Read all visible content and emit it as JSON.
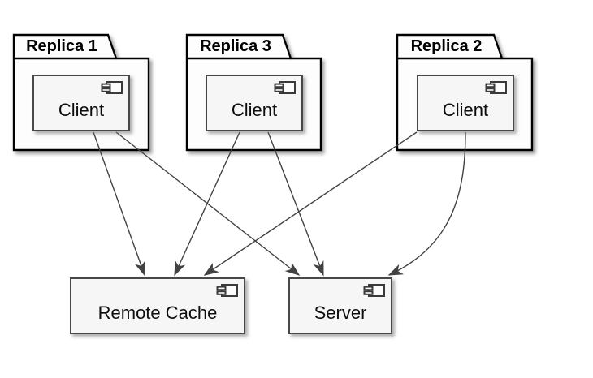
{
  "diagram": {
    "type": "uml-component-diagram",
    "packages": [
      {
        "id": "replica-1",
        "title": "Replica 1",
        "components": [
          {
            "label": "Client"
          }
        ]
      },
      {
        "id": "replica-3",
        "title": "Replica 3",
        "components": [
          {
            "label": "Client"
          }
        ]
      },
      {
        "id": "replica-2",
        "title": "Replica 2",
        "components": [
          {
            "label": "Client"
          }
        ]
      }
    ],
    "nodes": [
      {
        "id": "remote-cache",
        "label": "Remote Cache"
      },
      {
        "id": "server",
        "label": "Server"
      }
    ],
    "edges": [
      {
        "from": "Replica 1 / Client",
        "to": "Remote Cache",
        "style": "solid-arrow"
      },
      {
        "from": "Replica 1 / Client",
        "to": "Server",
        "style": "solid-arrow"
      },
      {
        "from": "Replica 3 / Client",
        "to": "Remote Cache",
        "style": "solid-arrow"
      },
      {
        "from": "Replica 3 / Client",
        "to": "Server",
        "style": "solid-arrow"
      },
      {
        "from": "Replica 2 / Client",
        "to": "Remote Cache",
        "style": "solid-arrow"
      },
      {
        "from": "Replica 2 / Client",
        "to": "Server",
        "style": "curved-arrow"
      }
    ],
    "colors": {
      "background": "#FFFFFF",
      "package_fill": "#FDFDFD",
      "package_border": "#000000",
      "component_fill": "#F6F6F6",
      "component_border": "#484848",
      "edge": "#424242",
      "text": "#000000"
    },
    "icons": {
      "component_icon": "uml-component-icon"
    }
  }
}
